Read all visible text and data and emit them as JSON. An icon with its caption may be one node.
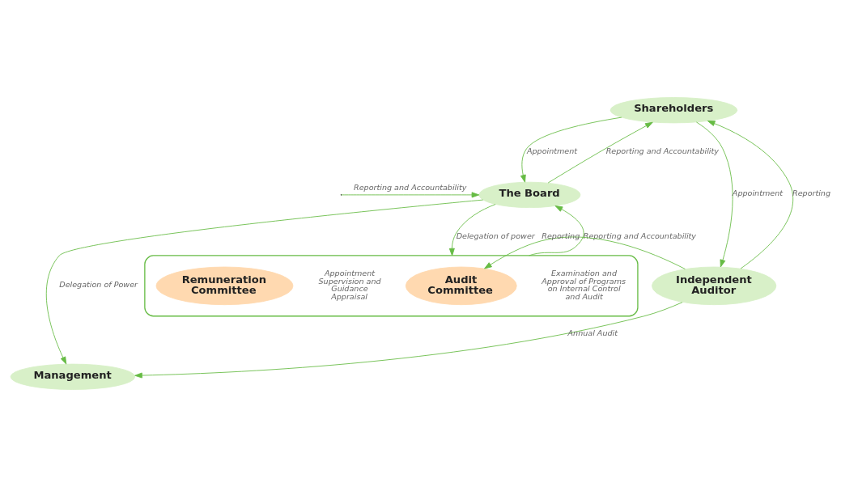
{
  "diagram": {
    "nodes": [
      {
        "text": [
          "Shareholders"
        ]
      },
      {
        "text": [
          "The Board"
        ]
      },
      {
        "text": [
          "Independent Auditor"
        ]
      },
      {
        "text": [],
        "shape": "box"
      },
      {
        "text": [
          "Audit Committee"
        ],
        "in": 3,
        "beside": [
          "Examination and Approval of Programs on Internal Control and Audit"
        ]
      },
      {
        "text": [
          "Remuneration Committee"
        ],
        "in": 3,
        "beside": [
          "Appointment",
          "Supervision and Guidance",
          "Appraisal"
        ]
      },
      {
        "text": [
          "Management"
        ]
      }
    ],
    "edges": [
      {
        "from": 0,
        "to": 2,
        "arrow": "to",
        "label": "Appointment"
      },
      {
        "from": 2,
        "to": 0,
        "arrow": "to",
        "label": "Reporting"
      },
      {
        "from": 0,
        "to": 1,
        "arrow": "to",
        "label": "Appointment"
      },
      {
        "from": 1,
        "to": 0,
        "arrow": "to",
        "label": "Reporting and Accountability"
      },
      {
        "from": null,
        "to": 1,
        "arrow": "to",
        "label": "Reporting and Accountability"
      },
      {
        "from": 1,
        "to": 6,
        "arrow": "to",
        "label": "Delegation of Power"
      },
      {
        "from": 1,
        "to": 3,
        "arrow": "to",
        "label": "Delegation of power"
      },
      {
        "from": 3,
        "to": 1,
        "arrow": "to",
        "label": "Reporting and Accountability"
      },
      {
        "from": 2,
        "to": 4,
        "arrow": "to",
        "label": "Reporting"
      },
      {
        "from": 2,
        "to": 6,
        "arrow": "to",
        "label": "Annual Audit"
      }
    ]
  }
}
